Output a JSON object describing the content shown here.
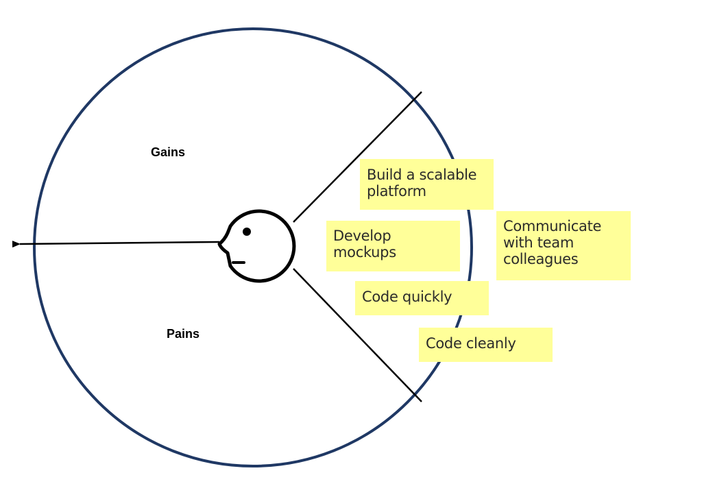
{
  "colors": {
    "circle_stroke": "#1f3864",
    "line_stroke": "#000000",
    "sticky_fill": "#ffff99",
    "background": "#ffffff"
  },
  "labels": {
    "gains": "Gains",
    "pains": "Pains"
  },
  "icons": {
    "customer": "head-profile-icon",
    "arrow": "arrow-left-icon"
  },
  "stickies": [
    {
      "id": "build-scalable-platform",
      "text": "Build a scalable\nplatform"
    },
    {
      "id": "communicate-team",
      "text": "Communicate\nwith team\ncolleagues"
    },
    {
      "id": "develop-mockups",
      "text": "Develop\nmockups"
    },
    {
      "id": "code-quickly",
      "text": "Code quickly"
    },
    {
      "id": "code-cleanly",
      "text": "Code cleanly"
    }
  ]
}
